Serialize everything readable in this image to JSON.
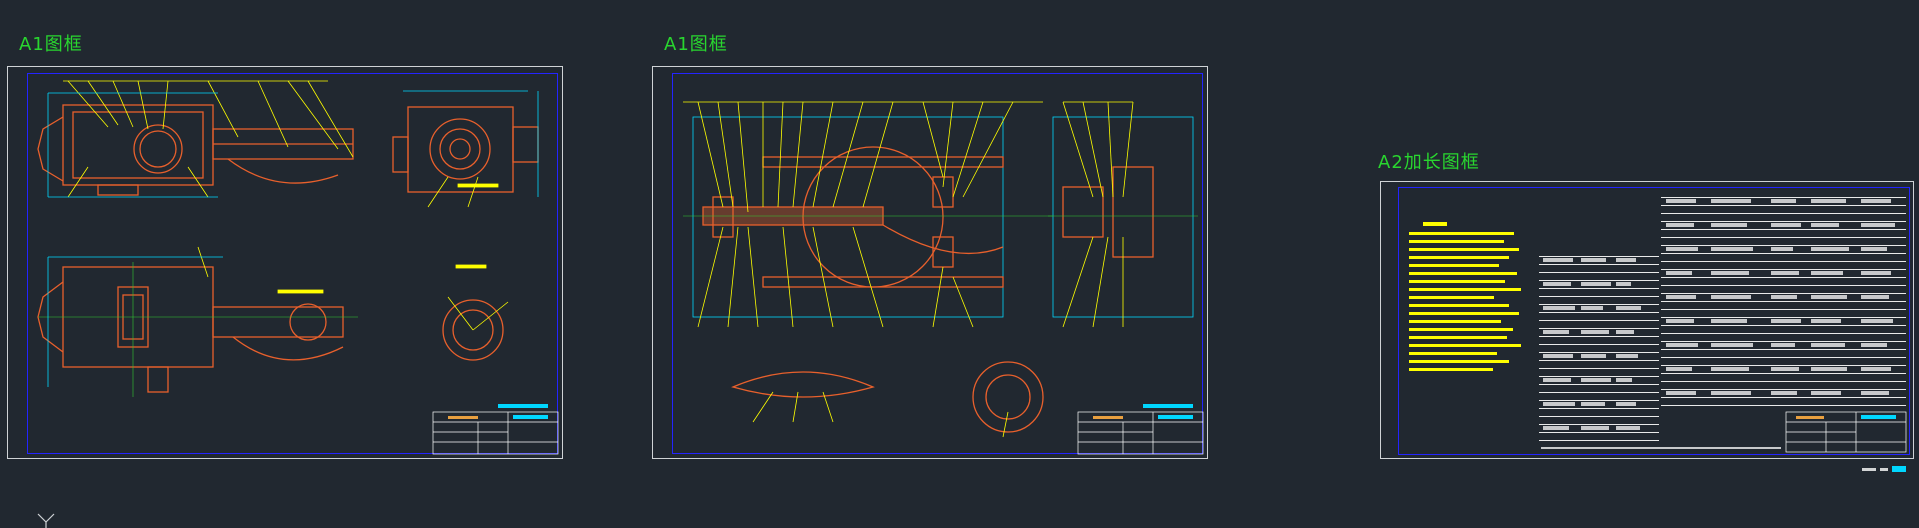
{
  "sheets": [
    {
      "title": "A1图框"
    },
    {
      "title": "A1图框"
    },
    {
      "title": "A2加长图框"
    }
  ],
  "colors": {
    "background": "#212830",
    "title": "#29d62f",
    "frame_outer": "#cfd3d6",
    "frame_inner": "#2424ff",
    "geometry": "#e8602c",
    "leader": "#ffff00",
    "dim": "#00d7ff",
    "centerline": "#33cc33"
  }
}
